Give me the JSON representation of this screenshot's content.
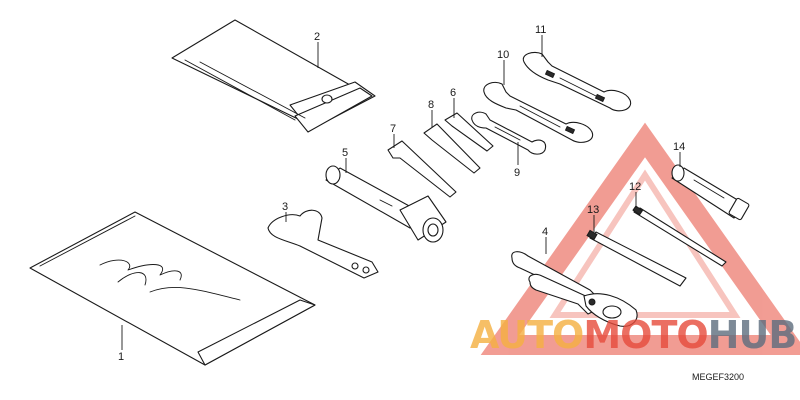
{
  "diagram_code": "MEGEF3200",
  "watermark": {
    "part1": "AUTO",
    "part2": "MOTO",
    "part3": "HUB",
    "color_orange": "#f5b041",
    "color_red": "#e74c3c",
    "color_dark": "#5d6d7e"
  },
  "callouts": [
    {
      "id": "1",
      "label": "1"
    },
    {
      "id": "2",
      "label": "2"
    },
    {
      "id": "3",
      "label": "3"
    },
    {
      "id": "4",
      "label": "4"
    },
    {
      "id": "5",
      "label": "5"
    },
    {
      "id": "6",
      "label": "6"
    },
    {
      "id": "7",
      "label": "7"
    },
    {
      "id": "8",
      "label": "8"
    },
    {
      "id": "9",
      "label": "9"
    },
    {
      "id": "10",
      "label": "10"
    },
    {
      "id": "11",
      "label": "11"
    },
    {
      "id": "12",
      "label": "12"
    },
    {
      "id": "13",
      "label": "13"
    },
    {
      "id": "14",
      "label": "14"
    }
  ]
}
